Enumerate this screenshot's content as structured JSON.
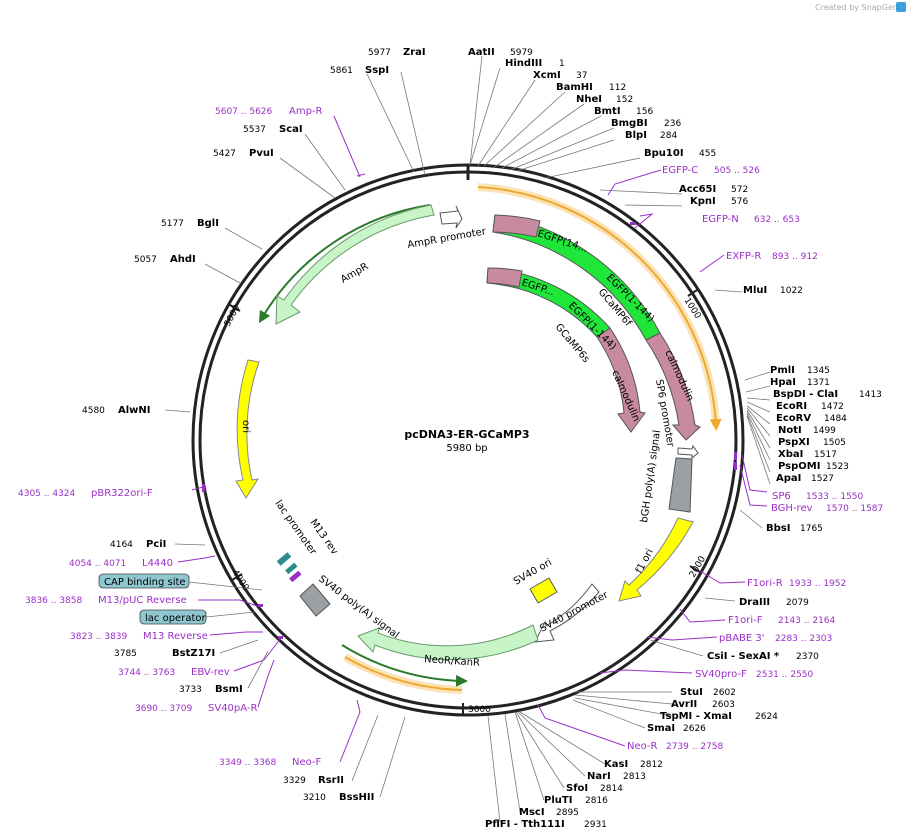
{
  "watermark": "Created by SnapGene",
  "plasmid": {
    "name": "pcDNA3-ER-GCaMP3",
    "size": "5980 bp"
  },
  "ticks": [
    "1000",
    "2000",
    "3000",
    "4000",
    "5000"
  ],
  "enzymes": [
    {
      "name": "ZraI",
      "pos": "5977"
    },
    {
      "name": "AatII",
      "pos": "5979"
    },
    {
      "name": "SspI",
      "pos": "5861"
    },
    {
      "name": "HindIII",
      "pos": "1"
    },
    {
      "name": "XcmI",
      "pos": "37"
    },
    {
      "name": "BamHI",
      "pos": "112"
    },
    {
      "name": "NheI",
      "pos": "152"
    },
    {
      "name": "BmtI",
      "pos": "156"
    },
    {
      "name": "BmgBI",
      "pos": "236"
    },
    {
      "name": "BlpI",
      "pos": "284"
    },
    {
      "name": "Bpu10I",
      "pos": "455"
    },
    {
      "name": "ScaI",
      "pos": "5537"
    },
    {
      "name": "PvuI",
      "pos": "5427"
    },
    {
      "name": "Acc65I",
      "pos": "572"
    },
    {
      "name": "KpnI",
      "pos": "576"
    },
    {
      "name": "BglI",
      "pos": "5177"
    },
    {
      "name": "AhdI",
      "pos": "5057"
    },
    {
      "name": "MluI",
      "pos": "1022"
    },
    {
      "name": "PmlI",
      "pos": "1345"
    },
    {
      "name": "HpaI",
      "pos": "1371"
    },
    {
      "name": "BspDI - ClaI",
      "pos": "1413"
    },
    {
      "name": "EcoRI",
      "pos": "1472"
    },
    {
      "name": "EcoRV",
      "pos": "1484"
    },
    {
      "name": "NotI",
      "pos": "1499"
    },
    {
      "name": "PspXI",
      "pos": "1505"
    },
    {
      "name": "XbaI",
      "pos": "1517"
    },
    {
      "name": "PspOMI",
      "pos": "1523"
    },
    {
      "name": "ApaI",
      "pos": "1527"
    },
    {
      "name": "AlwNI",
      "pos": "4580"
    },
    {
      "name": "BbsI",
      "pos": "1765"
    },
    {
      "name": "PciI",
      "pos": "4164"
    },
    {
      "name": "DraIII",
      "pos": "2079"
    },
    {
      "name": "CsiI - SexAI *",
      "pos": "2370"
    },
    {
      "name": "BstZ17I",
      "pos": "3785"
    },
    {
      "name": "BsmI",
      "pos": "3733"
    },
    {
      "name": "StuI",
      "pos": "2602"
    },
    {
      "name": "AvrII",
      "pos": "2603"
    },
    {
      "name": "TspMI - XmaI",
      "pos": "2624"
    },
    {
      "name": "SmaI",
      "pos": "2626"
    },
    {
      "name": "KasI",
      "pos": "2812"
    },
    {
      "name": "NarI",
      "pos": "2813"
    },
    {
      "name": "SfoI",
      "pos": "2814"
    },
    {
      "name": "PluTI",
      "pos": "2816"
    },
    {
      "name": "MscI",
      "pos": "2895"
    },
    {
      "name": "PflFI - Tth111I",
      "pos": "2931"
    },
    {
      "name": "RsrII",
      "pos": "3329"
    },
    {
      "name": "BssHII",
      "pos": "3210"
    }
  ],
  "primers": [
    {
      "name": "Amp-R",
      "range": "5607 .. 5626"
    },
    {
      "name": "EGFP-C",
      "range": "505 .. 526"
    },
    {
      "name": "EGFP-N",
      "range": "632 .. 653"
    },
    {
      "name": "EXFP-R",
      "range": "893 .. 912"
    },
    {
      "name": "SP6",
      "range": "1533 .. 1550"
    },
    {
      "name": "BGH-rev",
      "range": "1570 .. 1587"
    },
    {
      "name": "pBR322ori-F",
      "range": "4305 .. 4324"
    },
    {
      "name": "F1ori-R",
      "range": "1933 .. 1952"
    },
    {
      "name": "L4440",
      "range": "4054 .. 4071"
    },
    {
      "name": "F1ori-F",
      "range": "2143 .. 2164"
    },
    {
      "name": "M13/pUC Reverse",
      "range": "3836 .. 3858"
    },
    {
      "name": "pBABE 3'",
      "range": "2283 .. 2303"
    },
    {
      "name": "M13 Reverse",
      "range": "3823 .. 3839"
    },
    {
      "name": "SV40pro-F",
      "range": "2531 .. 2550"
    },
    {
      "name": "EBV-rev",
      "range": "3744 .. 3763"
    },
    {
      "name": "SV40pA-R",
      "range": "3690 .. 3709"
    },
    {
      "name": "Neo-R",
      "range": "2739 .. 2758"
    },
    {
      "name": "Neo-F",
      "range": "3349 .. 3368"
    }
  ],
  "features": {
    "ampr_promoter": "AmpR promoter",
    "ampr": "AmpR",
    "ori": "ori",
    "egfp1a": "EGFP(14...",
    "egfp1b": "EGFP(1-144)",
    "gcamp6f": "GCaMP6f",
    "calmodulin1": "calmodulin",
    "egfp2a": "EGFP...",
    "egfp2b": "EGFP(1-144)",
    "gcamp6s": "GCaMP6s",
    "calmodulin2": "calmodulin",
    "sp6_promoter": "SP6 promoter",
    "bgh": "bGH poly(A) signal",
    "f1ori": "f1 ori",
    "sv40ori": "SV40 ori",
    "sv40promoter": "SV40 promoter",
    "neokan": "NeoR/KanR",
    "sv40pa": "SV40 poly(A) signal",
    "lac_promoter": "lac promoter",
    "m13rev": "M13 rev",
    "cap": "CAP binding site",
    "lac_operator": "lac operator"
  },
  "colors": {
    "egfp": "#21e63a",
    "calmodulin": "#c88aa0",
    "ampr": "#c8f5c8",
    "ori": "#ffff00",
    "f1ori": "#ffff00",
    "neokan": "#c8f5c8",
    "grey": "#9ba0a5",
    "orange": "#f0a830",
    "primer": "#9a2fc8",
    "boxfill": "#8ec7d0"
  }
}
